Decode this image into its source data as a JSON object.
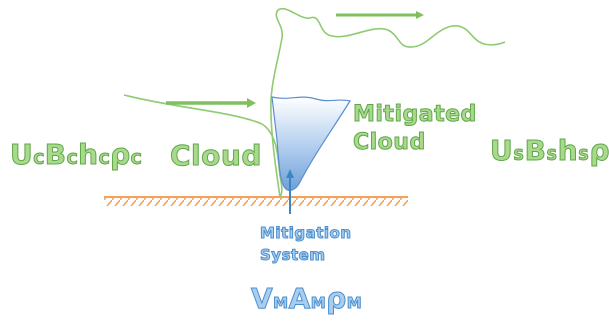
{
  "labels": {
    "cloud": "Cloud",
    "mitigated_cloud_line1": "Mitigated",
    "mitigated_cloud_line2": "Cloud",
    "mitigation_system_line1": "Mitigation",
    "mitigation_system_line2": "System"
  },
  "formulas": {
    "upstream": [
      {
        "main": "U",
        "sub": "C"
      },
      {
        "main": "B",
        "sub": "C"
      },
      {
        "main": "h",
        "sub": "C"
      },
      {
        "main": "ρ",
        "sub": "C"
      }
    ],
    "downstream": [
      {
        "main": "U",
        "sub": "S"
      },
      {
        "main": "B",
        "sub": "S"
      },
      {
        "main": "h",
        "sub": "S"
      },
      {
        "main": "ρ",
        "sub": "S"
      }
    ],
    "mitigation": [
      {
        "main": "V",
        "sub": "M"
      },
      {
        "main": "A",
        "sub": "M"
      },
      {
        "main": "ρ",
        "sub": "M"
      }
    ]
  },
  "colors": {
    "green_fill": "#a9d98c",
    "green_stroke": "#5fa848",
    "blue_fill": "#a9cdee",
    "blue_stroke": "#4a8fcf",
    "ground": "#f4a25a"
  }
}
